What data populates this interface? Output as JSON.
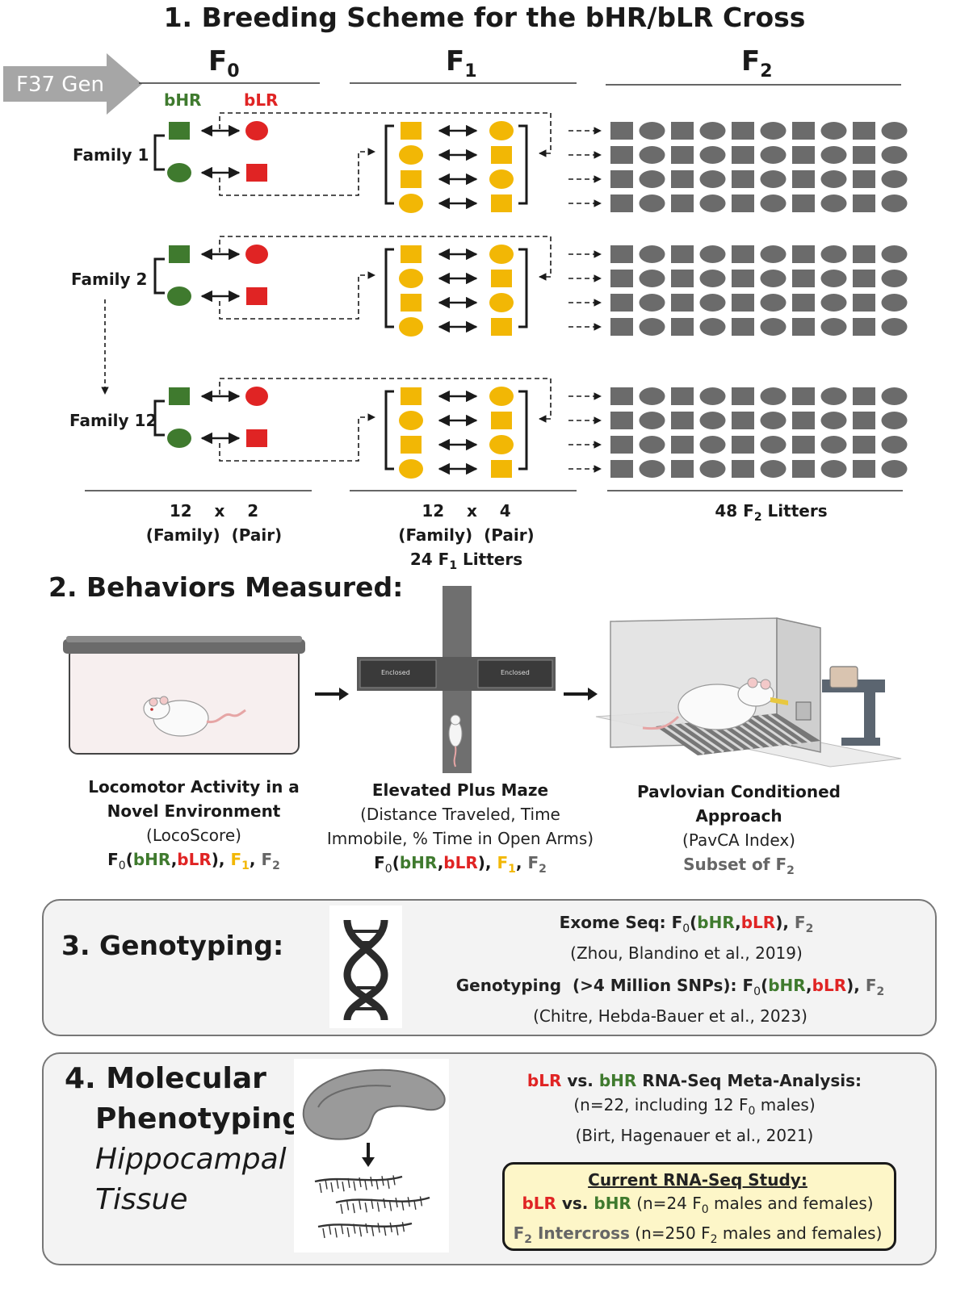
{
  "title": "1. Breeding Scheme for the bHR/bLR Cross",
  "arrow_label": "F37 Gen",
  "generations": {
    "f0": "F",
    "f0_sub": "0",
    "f1": "F",
    "f1_sub": "1",
    "f2": "F",
    "f2_sub": "2"
  },
  "lines": {
    "bhr": "bHR",
    "blr": "bLR"
  },
  "families": [
    "Family 1",
    "Family 2",
    "Family 12"
  ],
  "counts": {
    "f0_line1": "12    x    2",
    "f0_line2": "(Family)  (Pair)",
    "f1_line1": "12    x    4",
    "f1_line2": "(Family)  (Pair)",
    "f1_line3_pre": "24 F",
    "f1_line3_sub": "1",
    "f1_line3_post": " Litters",
    "f2_pre": "48 F",
    "f2_sub": "2",
    "f2_post": " Litters"
  },
  "section2": "2. Behaviors Measured:",
  "maze_label": "Enclosed",
  "behaviors": [
    {
      "title1": "Locomotor Activity in a",
      "title2": "Novel Environment",
      "detail": "(LocoScore)",
      "subset": ""
    },
    {
      "title1": "Elevated Plus Maze",
      "title2": "",
      "detail1": "(Distance Traveled, Time",
      "detail2": "Immobile, % Time in Open Arms)",
      "subset": ""
    },
    {
      "title1": "Pavlovian Conditioned",
      "title2": "Approach",
      "detail": "(PavCA Index)",
      "subset": "Subset of F"
    }
  ],
  "gen_tokens": {
    "f": "F",
    "s0": "0",
    "s1": "1",
    "s2": "2",
    "open": "(",
    "comma": ",",
    "close": "), ",
    "sep": ", "
  },
  "section3": "3. Genotyping:",
  "genotyping": {
    "exome_label": "Exome Seq: F",
    "exome_cite": "(Zhou, Blandino et al., 2019)",
    "snp_label": "Genotyping  (>4 Million SNPs): F",
    "snp_cite": "(Chitre, Hebda-Bauer et al., 2023)"
  },
  "section4": {
    "line1": "4. Molecular",
    "line2": "Phenotyping:",
    "line3": "Hippocampal",
    "line4": "Tissue"
  },
  "molecular": {
    "meta_title_mid": " vs. ",
    "meta_title_post": " RNA-Seq Meta-Analysis:",
    "meta_n_pre": "(n=22, including 12 F",
    "meta_n_post": " males)",
    "meta_cite": "(Birt, Hagenauer et al., 2021)",
    "current_title": "Current RNA-Seq Study:",
    "current_line1_post": " (n=24 F",
    "current_line1_end": " males and females)",
    "current_line2_a": "F",
    "current_line2_b": " Intercross",
    "current_line2_c": " (n=250 F",
    "current_line2_d": " males and females)"
  },
  "colors": {
    "bhr": "#3f7a2e",
    "blr": "#e02424",
    "f1": "#f2b705",
    "f2": "#666666"
  }
}
